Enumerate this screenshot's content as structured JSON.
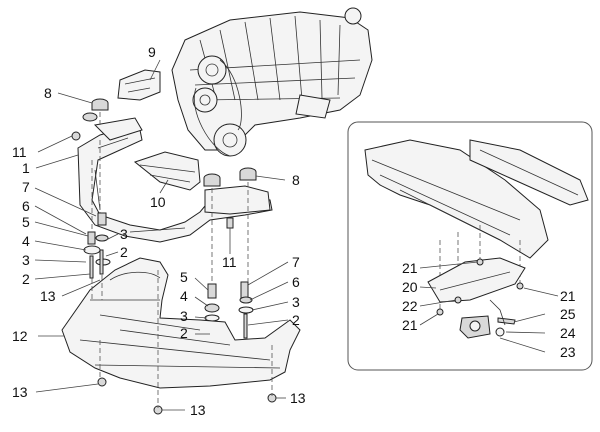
{
  "labels": {
    "l1": "1",
    "l2a": "2",
    "l2b": "2",
    "l2c": "2",
    "l2d": "2",
    "l3a": "3",
    "l3b": "3",
    "l3c": "3",
    "l3d": "3",
    "l4a": "4",
    "l4b": "4",
    "l5a": "5",
    "l5b": "5",
    "l6a": "6",
    "l6b": "6",
    "l7a": "7",
    "l7b": "7",
    "l8a": "8",
    "l8b": "8",
    "l9": "9",
    "l10": "10",
    "l11a": "11",
    "l11b": "11",
    "l12": "12",
    "l13a": "13",
    "l13b": "13",
    "l13c": "13",
    "l13d": "13",
    "i21a": "21",
    "i21b": "21",
    "i21c": "21",
    "i20": "20",
    "i22": "22",
    "i23": "23",
    "i24": "24",
    "i25": "25"
  }
}
